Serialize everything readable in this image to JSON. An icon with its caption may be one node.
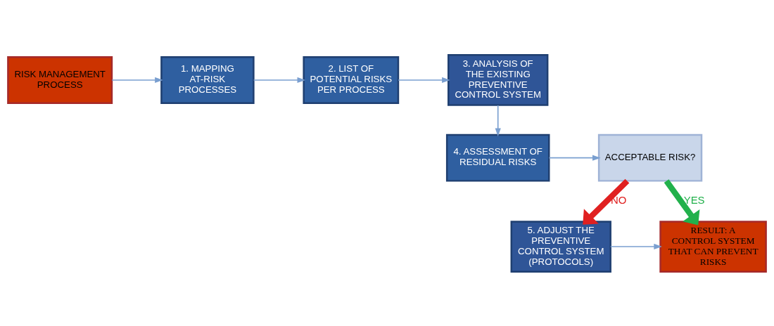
{
  "diagram": {
    "nodes": [
      {
        "text": [
          "RISK MANAGEMENT PROCESS"
        ]
      },
      {
        "text": [
          "1. MAPPING AT-RISK PROCESSES"
        ]
      },
      {
        "text": [
          "2. LIST OF POTENTIAL RISKS PER PROCESS"
        ]
      },
      {
        "text": [
          "3. ANALYSIS OF  THE EXISTING PREVENTIVE CONTROL SYSTEM"
        ]
      },
      {
        "text": [
          "4. ASSESSMENT OF RESIDUAL RISKS"
        ]
      },
      {
        "text": [
          "ACCEPTABLE RISK?"
        ]
      },
      {
        "text": [
          "5. ADJUST THE PREVENTIVE CONTROL SYSTEM (PROTOCOLS)"
        ]
      },
      {
        "text": [
          "RESULT: A CONTROL SYSTEM THAT CAN PREVENT RISKS"
        ]
      }
    ],
    "edges": [
      {
        "from": 0,
        "to": 1,
        "arrow": "to"
      },
      {
        "from": 1,
        "to": 2,
        "arrow": "to"
      },
      {
        "from": 2,
        "to": 3,
        "arrow": "to"
      },
      {
        "from": 3,
        "to": 4,
        "arrow": "to"
      },
      {
        "from": 4,
        "to": 5,
        "arrow": "to"
      },
      {
        "from": 5,
        "to": 7,
        "arrow": "to",
        "label": "YES",
        "style": "thick",
        "color": "#22b14c"
      },
      {
        "from": 5,
        "to": 6,
        "arrow": "to",
        "label": "NO",
        "style": "thick",
        "color": "#e02020"
      },
      {
        "from": 6,
        "to": 7,
        "arrow": "to"
      }
    ]
  }
}
